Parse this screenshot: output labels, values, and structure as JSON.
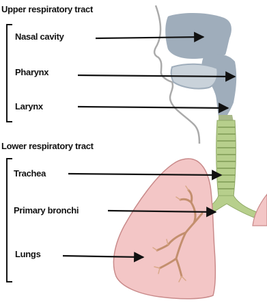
{
  "upper": {
    "heading": "Upper respiratory tract",
    "items": [
      "Nasal cavity",
      "Pharynx",
      "Larynx"
    ]
  },
  "lower": {
    "heading": "Lower respiratory tract",
    "items": [
      "Trachea",
      "Primary bronchi",
      "Lungs"
    ]
  },
  "colors": {
    "head_fill": "#9fadbb",
    "head_outline": "#aaaaaa",
    "trachea": "#b7cf8c",
    "lung_fill": "#f3c6c6",
    "lung_outline": "#c98a8a",
    "bronchi_fill": "#e4c1a8",
    "arrow": "#111111"
  }
}
